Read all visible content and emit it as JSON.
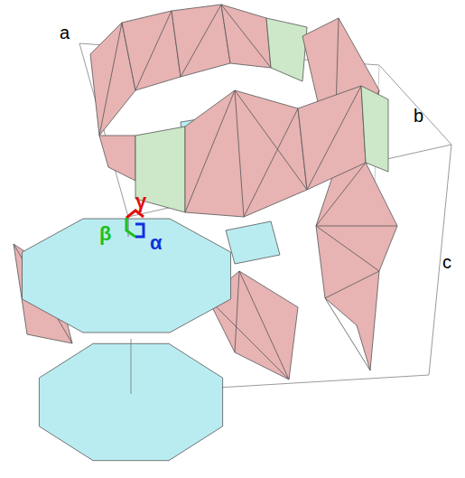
{
  "diagram": {
    "labels": [
      "a",
      "b",
      "c",
      "γ",
      "β",
      "α"
    ]
  }
}
